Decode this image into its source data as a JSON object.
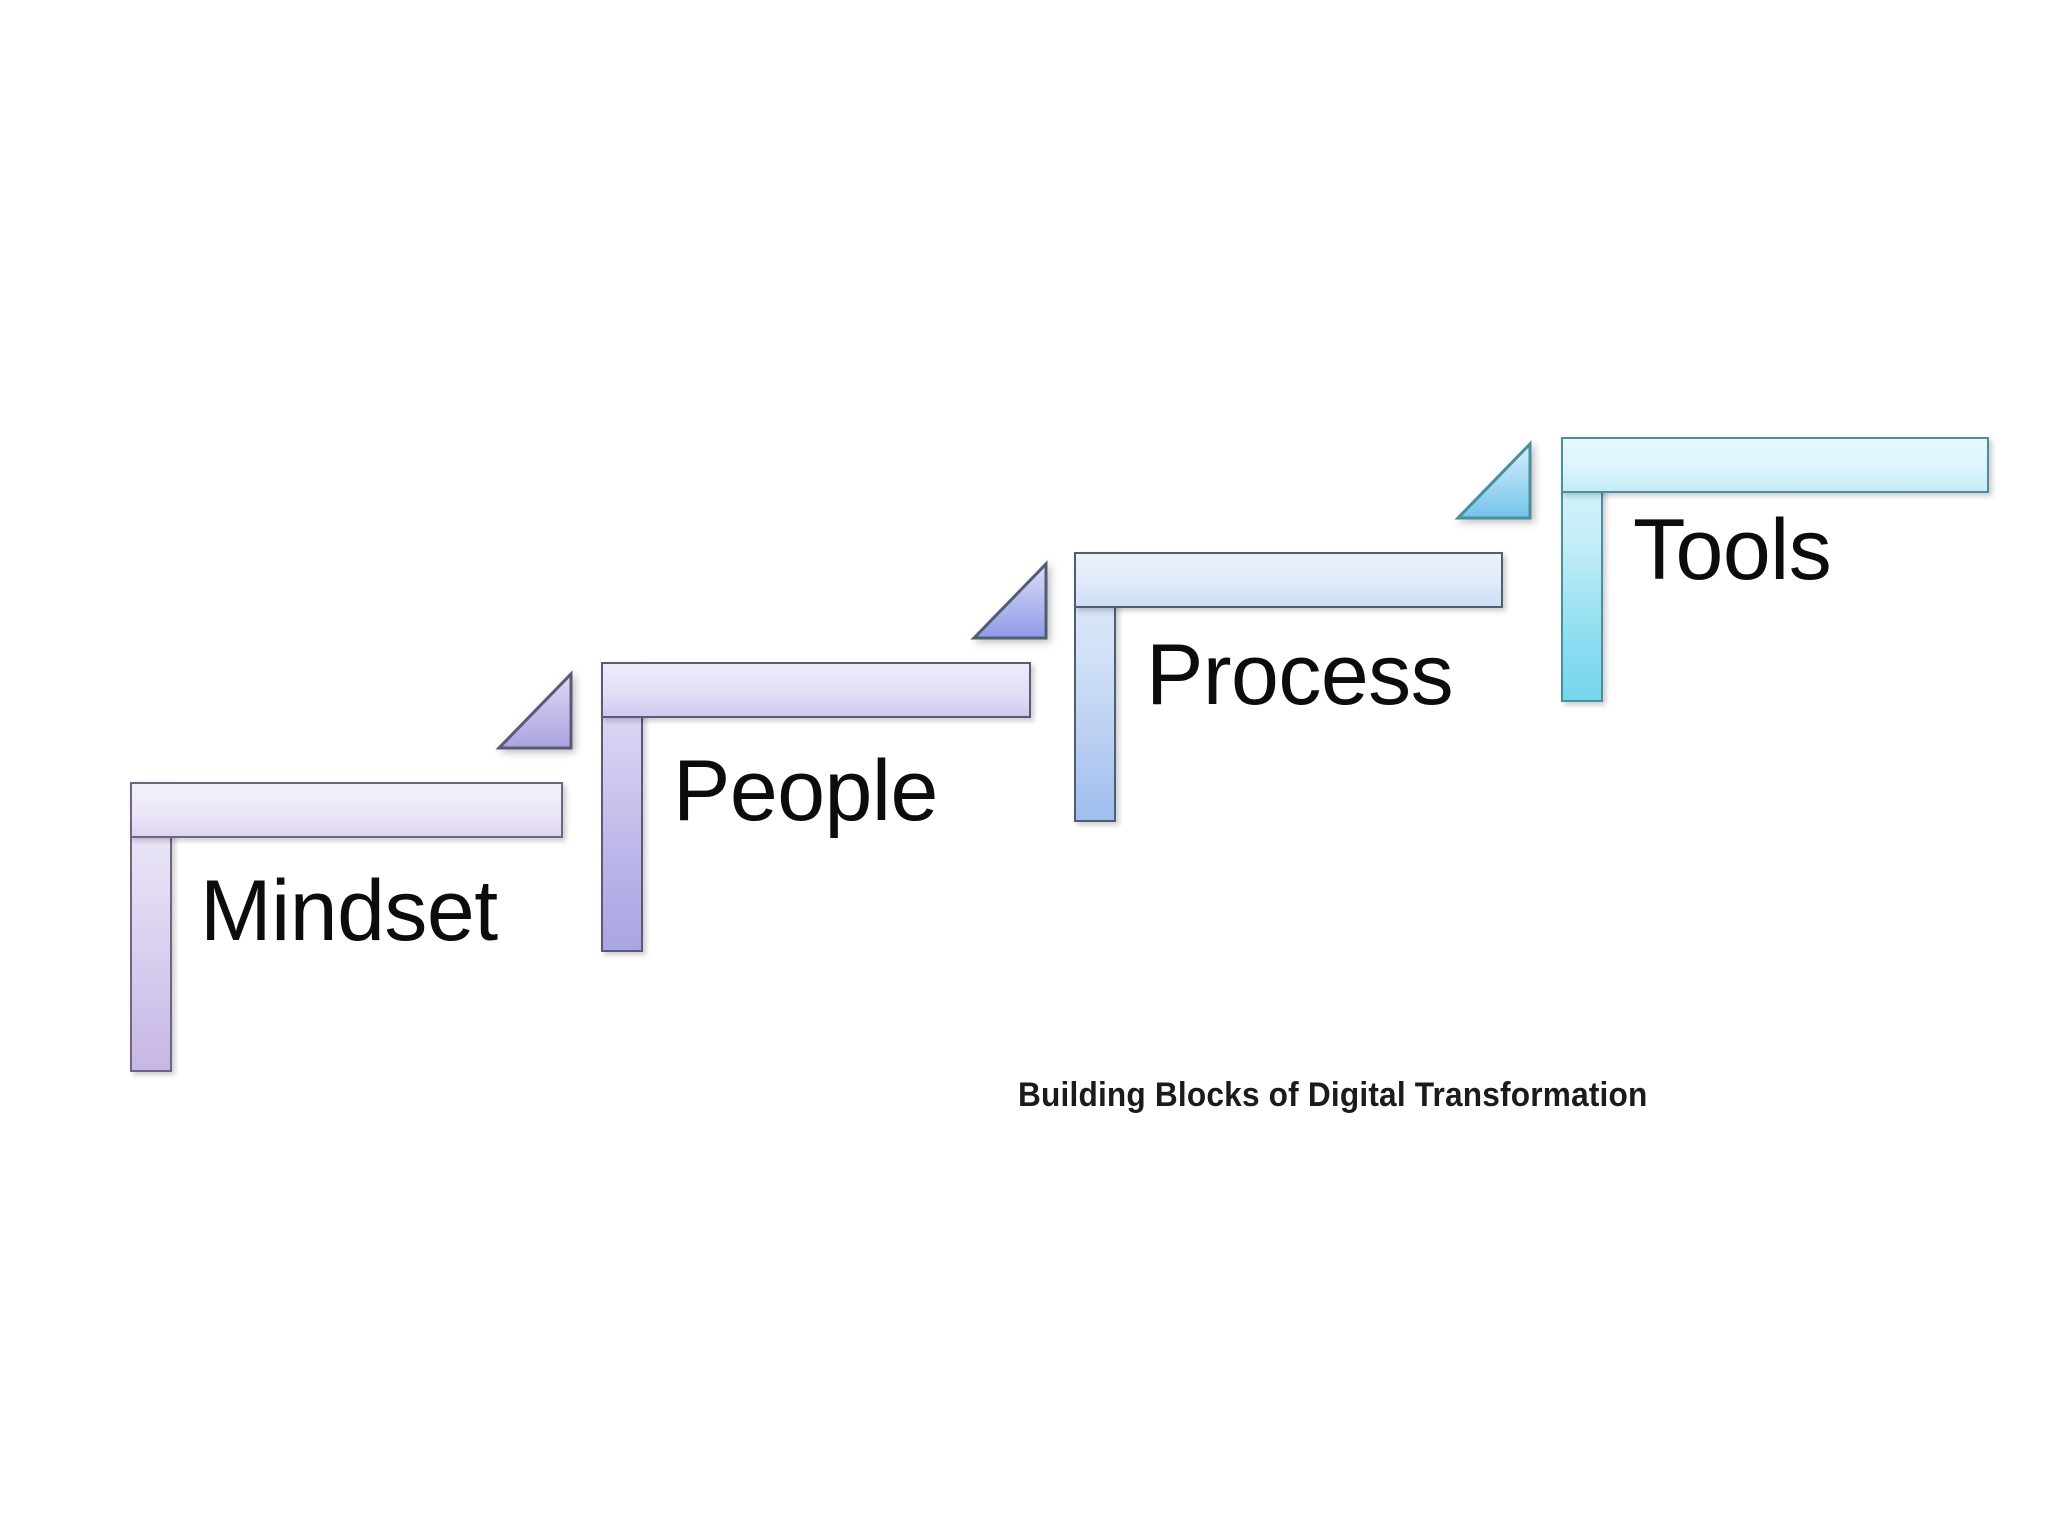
{
  "diagram": {
    "title": "Building Blocks of Digital Transformation",
    "caption": "Building Blocks of Digital Transformation",
    "background_color": "#ffffff",
    "label_text_color": "#0c0c0c",
    "caption_text_color": "#1b1b1b",
    "steps": [
      {
        "id": "mindset",
        "label": "Mindset",
        "order": 1,
        "fill_light": "#eeeaf8",
        "fill_dark": "#c6b6e4",
        "border_color": "#6f6484",
        "riser_light": "#ded7f3",
        "riser_dark": "#b9aee2",
        "riser_visible": false
      },
      {
        "id": "people",
        "label": "People",
        "order": 2,
        "fill_light": "#e4e1f6",
        "fill_dark": "#aaa6e2",
        "border_color": "#5d5878",
        "riser_light": "#ddd9f4",
        "riser_dark": "#a9a4e0",
        "riser_visible": true
      },
      {
        "id": "process",
        "label": "Process",
        "order": 3,
        "fill_light": "#e2ecfa",
        "fill_dark": "#9fbdee",
        "border_color": "#4f5f72",
        "riser_light": "#dadcf7",
        "riser_dark": "#919ae8",
        "riser_visible": true
      },
      {
        "id": "tools",
        "label": "Tools",
        "order": 4,
        "fill_light": "#ddf5fb",
        "fill_dark": "#74d6ee",
        "border_color": "#4b8e9c",
        "riser_light": "#d6effb",
        "riser_dark": "#74c3ec",
        "riser_visible": true
      }
    ]
  }
}
